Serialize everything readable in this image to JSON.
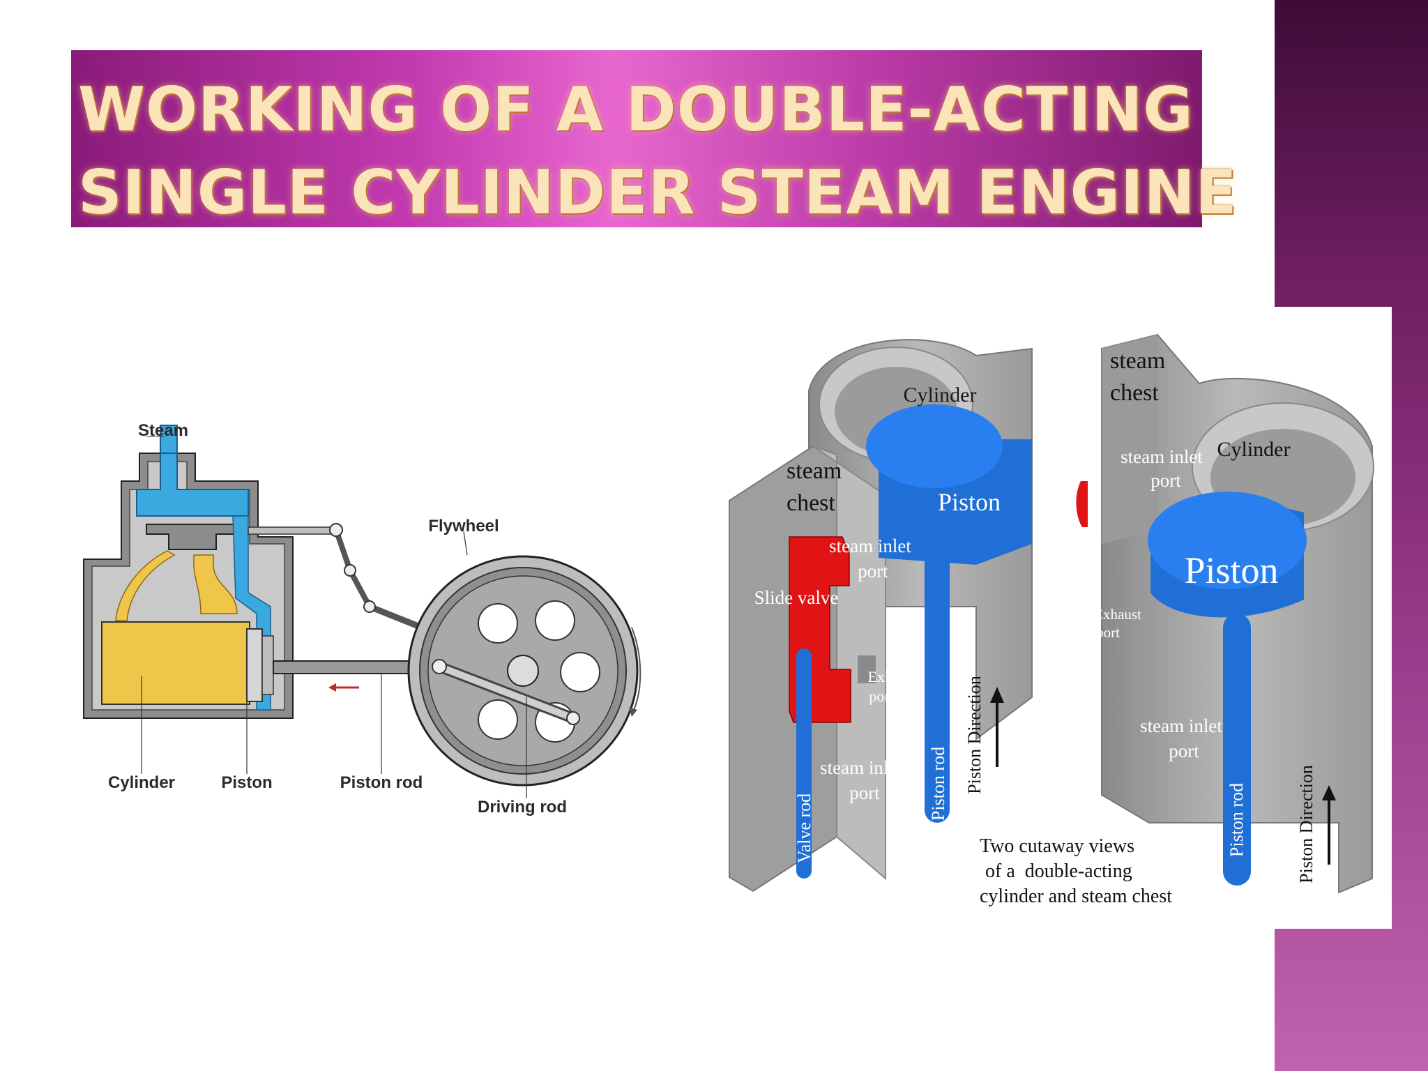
{
  "slide": {
    "title_lines": [
      "Working of a Double-acting",
      "Single Cylinder Steam Engine"
    ],
    "colors": {
      "banner_center": "#e867cf",
      "banner_edge": "#8a1b79",
      "title_text": "#fbe4b9",
      "side_bar": "#9a3a8a",
      "steam_blue": "#3aa9e0",
      "working_fluid": "#f0c64a",
      "piston_blue": "#1f6fd6",
      "valve_red": "#e01414",
      "casing_grey": "#a8a8a8"
    }
  },
  "left_diagram": {
    "labels": {
      "steam": "Steam",
      "flywheel": "Flywheel",
      "cylinder": "Cylinder",
      "piston": "Piston",
      "piston_rod": "Piston rod",
      "driving_rod": "Driving rod"
    }
  },
  "right_diagram": {
    "labels": {
      "cylinder_left": "Cylinder",
      "steam_chest_left": [
        "steam",
        "chest"
      ],
      "piston_left": "Piston",
      "steam_inlet_port_top_left": [
        "steam inlet",
        "port"
      ],
      "slide_valve": "Slide valve",
      "exhaust_port_left": [
        "Exhaust",
        "port"
      ],
      "steam_inlet_port_bottom_left": [
        "steam inlet",
        "port"
      ],
      "valve_rod": "Valve rod",
      "piston_rod_left": "Piston rod",
      "piston_direction_left": "Piston Direction",
      "steam_chest_right": [
        "steam",
        "chest"
      ],
      "steam_inlet_port_top_right": [
        "steam inlet",
        "port"
      ],
      "cylinder_right": "Cylinder",
      "piston_right": "Piston",
      "exhaust_port_right": [
        "Exhaust",
        "port"
      ],
      "steam_inlet_port_bottom_right": [
        "steam inlet",
        "port"
      ],
      "piston_rod_right": "Piston rod",
      "piston_direction_right": "Piston Direction",
      "caption": [
        "Two cutaway views",
        "of a  double-acting",
        "cylinder and steam chest"
      ]
    }
  }
}
